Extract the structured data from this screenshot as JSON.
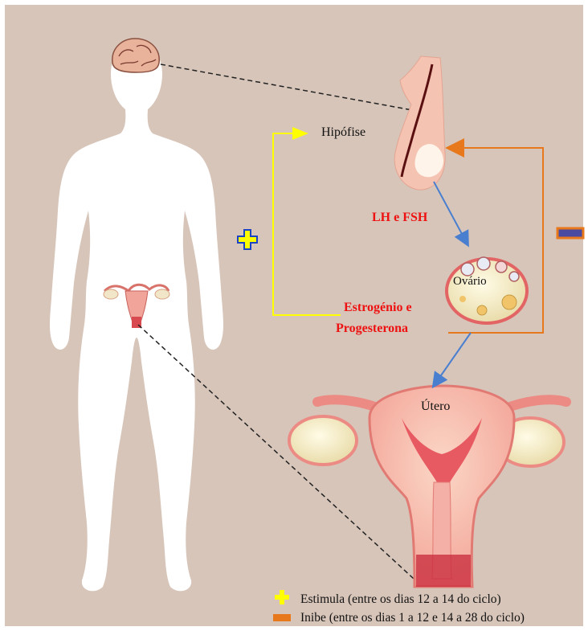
{
  "labels": {
    "hipofise": "Hipófise",
    "lh_fsh": "LH e FSH",
    "ovario": "Ovário",
    "estrogenio_line1": "Estrogénio e",
    "estrogenio_line2": "Progesterona",
    "utero": "Útero"
  },
  "legend": {
    "stimulate": "Estimula (entre os dias 12 a 14 do ciclo)",
    "inhibit": "Inibe (entre os dias 1 a 12 e 14 a 28 do ciclo)"
  },
  "colors": {
    "background": "#d7c5b9",
    "stimulate": "#ffff00",
    "inhibit": "#e8781c",
    "arrow_blue": "#4a7fd0",
    "hormone_text": "#ee1111"
  }
}
